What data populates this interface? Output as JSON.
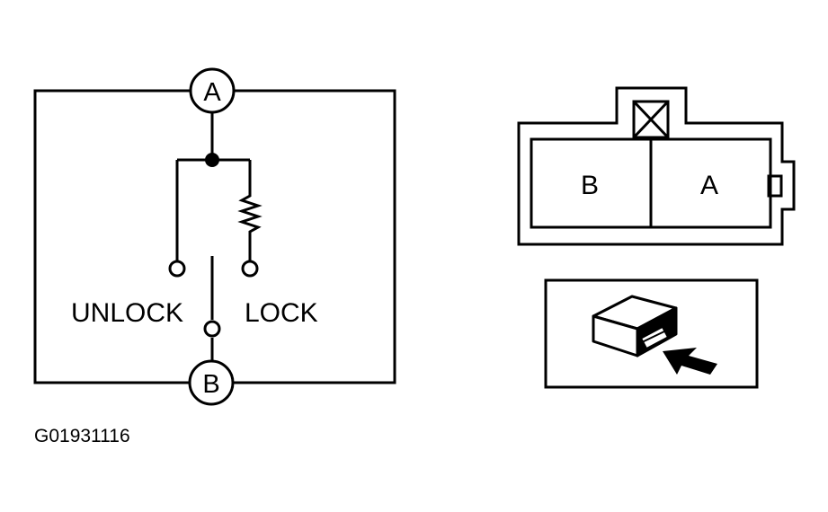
{
  "schematic": {
    "terminal_a": "A",
    "terminal_b": "B",
    "unlock_label": "UNLOCK",
    "lock_label": "LOCK"
  },
  "connector": {
    "cavity_b": "B",
    "cavity_a": "A"
  },
  "figure_code": "G01931116",
  "colors": {
    "line": "#000000",
    "background": "#ffffff"
  }
}
